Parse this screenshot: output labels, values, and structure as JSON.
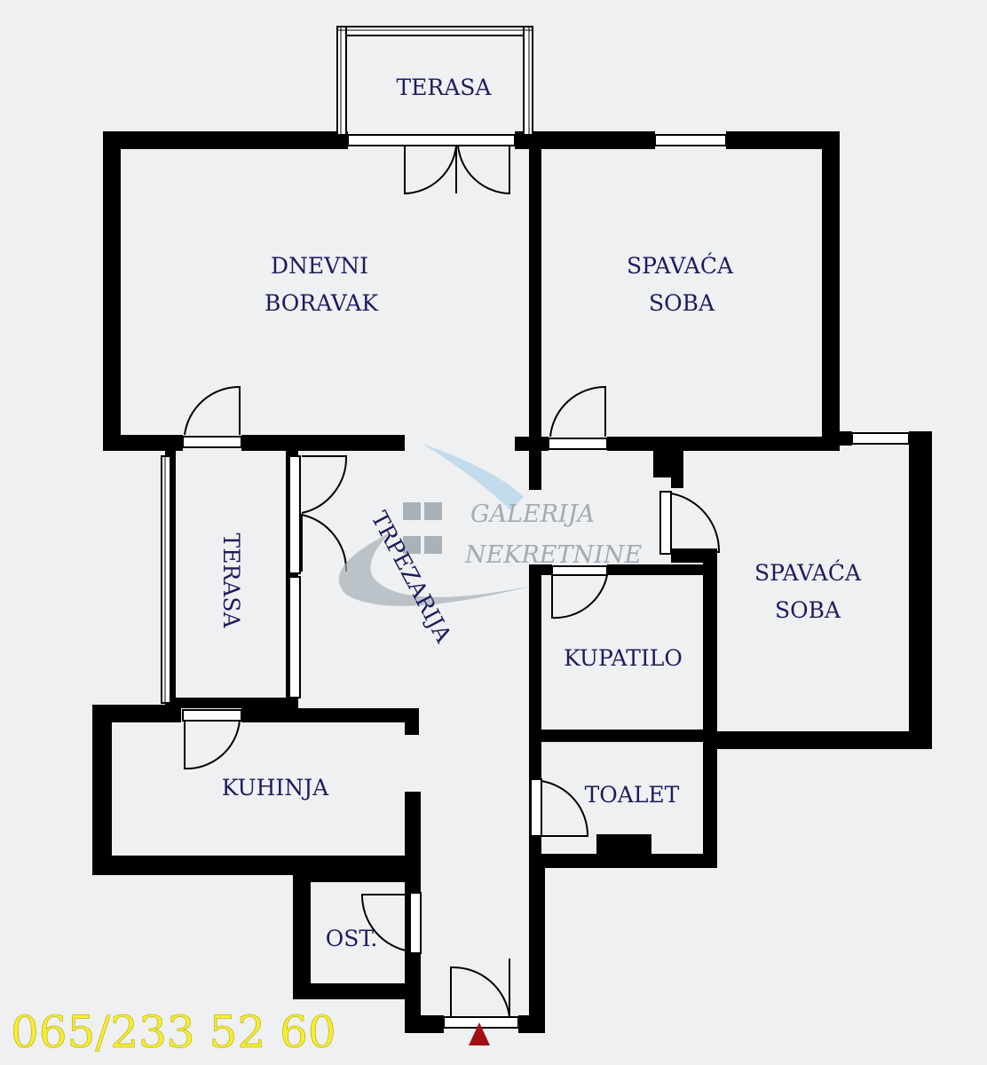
{
  "rooms": {
    "terasa_top": "TERASA",
    "dnevni_1": "DNEVNI",
    "dnevni_2": "BORAVAK",
    "spavaca1_1": "SPAVAĆA",
    "spavaca1_2": "SOBA",
    "spavaca2_1": "SPAVAĆA",
    "spavaca2_2": "SOBA",
    "terasa_left": "TERASA",
    "trpezarija": "TRPEZARIJA",
    "kupatilo": "KUPATILO",
    "toalet": "TOALET",
    "kuhinja": "KUHINJA",
    "ost": "OST."
  },
  "watermark": {
    "line1": "GALERIJA",
    "line2": "NEKRETNINE"
  },
  "phone": "065/233 52 60",
  "colors": {
    "background": "#eef0f2",
    "wall": "#000000",
    "label": "#1c1c5e",
    "phone": "#f4ee32",
    "entrance_marker": "#a30e12",
    "watermark": "#9aa3ad"
  }
}
